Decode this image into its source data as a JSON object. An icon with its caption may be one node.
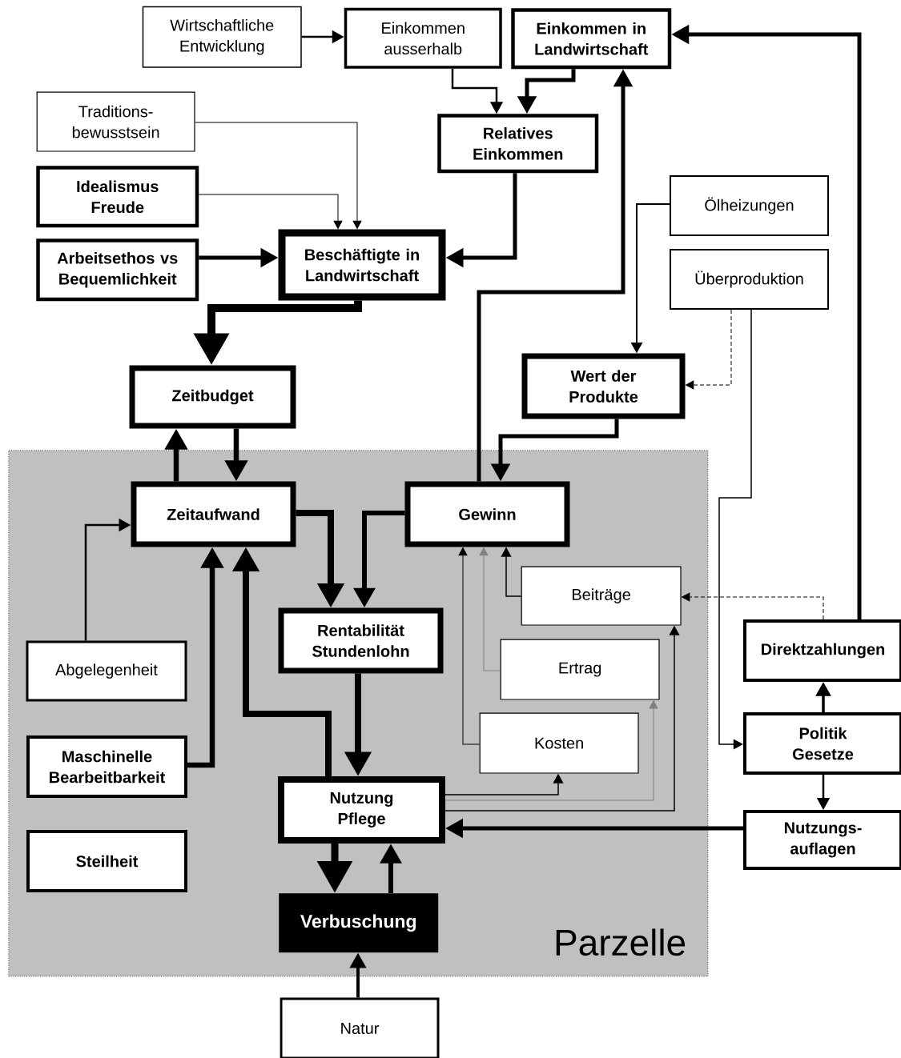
{
  "diagram": {
    "nodes": [
      {
        "text": [
          "Wirtschaftliche Entwicklung"
        ]
      },
      {
        "text": [
          "Einkommen ausserhalb"
        ]
      },
      {
        "text": [
          "Einkommen in Landwirtschaft"
        ]
      },
      {
        "text": [
          "Traditions- bewusstsein"
        ]
      },
      {
        "text": [
          "Relatives Einkommen"
        ]
      },
      {
        "text": [
          "Idealismus Freude"
        ]
      },
      {
        "text": [
          "Ölheizungen"
        ]
      },
      {
        "text": [
          "Arbeitsethos vs Bequemlichkeit"
        ]
      },
      {
        "text": [
          "Beschäftigte in Landwirtschaft"
        ]
      },
      {
        "text": [
          "Überproduktion"
        ]
      },
      {
        "text": [
          "Zeitbudget"
        ]
      },
      {
        "text": [
          "Wert der Produkte"
        ]
      },
      {
        "text": [
          "Parzelle"
        ]
      },
      {
        "text": [
          "Zeitaufwand"
        ],
        "in": 12
      },
      {
        "text": [
          "Gewinn"
        ],
        "in": 12
      },
      {
        "text": [
          "Beiträge"
        ],
        "in": 12
      },
      {
        "text": [
          "Rentabilität Stundenlohn"
        ],
        "in": 12
      },
      {
        "text": [
          "Abgelegenheit"
        ],
        "in": 12
      },
      {
        "text": [
          "Direktzahlungen"
        ]
      },
      {
        "text": [
          "Ertrag"
        ],
        "in": 12
      },
      {
        "text": [
          "Kosten"
        ],
        "in": 12
      },
      {
        "text": [
          "Maschinelle Bearbeitbarkeit"
        ],
        "in": 12
      },
      {
        "text": [
          "Politik Gesetze"
        ]
      },
      {
        "text": [
          "Nutzung Pflege"
        ],
        "in": 12
      },
      {
        "text": [
          "Steilheit"
        ],
        "in": 12
      },
      {
        "text": [
          "Nutzungs- auflagen"
        ]
      },
      {
        "text": [
          "Verbuschung"
        ],
        "in": 12
      },
      {
        "text": [
          "Natur"
        ]
      }
    ],
    "edges": [
      {
        "from": 0,
        "to": 1,
        "arrow": "to"
      },
      {
        "from": 1,
        "to": 4,
        "arrow": "to"
      },
      {
        "from": 2,
        "to": 4,
        "arrow": "to"
      },
      {
        "from": 3,
        "to": 8,
        "arrow": "to"
      },
      {
        "from": 5,
        "to": 8,
        "arrow": "to"
      },
      {
        "from": 4,
        "to": 8,
        "arrow": "to"
      },
      {
        "from": 7,
        "to": 8,
        "arrow": "to"
      },
      {
        "from": 8,
        "to": 10,
        "arrow": "to",
        "style": "thick"
      },
      {
        "from": 6,
        "to": 11,
        "arrow": "to"
      },
      {
        "from": 9,
        "to": 11,
        "arrow": "to",
        "style": "dashed"
      },
      {
        "from": 9,
        "to": 22,
        "arrow": "to"
      },
      {
        "from": 14,
        "to": 2,
        "arrow": "to"
      },
      {
        "from": 18,
        "to": 2,
        "arrow": "to"
      },
      {
        "from": 11,
        "to": 14,
        "arrow": "to"
      },
      {
        "from": 13,
        "to": 10,
        "arrow": "to"
      },
      {
        "from": 10,
        "to": 13,
        "arrow": "to"
      },
      {
        "from": 17,
        "to": 13,
        "arrow": "to"
      },
      {
        "from": 13,
        "to": 16,
        "arrow": "to",
        "style": "thick"
      },
      {
        "from": 14,
        "to": 16,
        "arrow": "to"
      },
      {
        "from": 21,
        "to": 13,
        "arrow": "to"
      },
      {
        "from": 23,
        "to": 13,
        "arrow": "to",
        "style": "thick"
      },
      {
        "from": 15,
        "to": 14,
        "arrow": "to"
      },
      {
        "from": 19,
        "to": 14,
        "arrow": "to",
        "color": "#808080"
      },
      {
        "from": 20,
        "to": 14,
        "arrow": "to"
      },
      {
        "from": 16,
        "to": 23,
        "arrow": "to",
        "style": "thick"
      },
      {
        "from": 23,
        "to": 20,
        "arrow": "to"
      },
      {
        "from": 23,
        "to": 19,
        "arrow": "to",
        "color": "#808080"
      },
      {
        "from": 23,
        "to": 15,
        "arrow": "to"
      },
      {
        "from": 25,
        "to": 23,
        "arrow": "to"
      },
      {
        "from": 22,
        "to": 18,
        "arrow": "to"
      },
      {
        "from": 22,
        "to": 25,
        "arrow": "to"
      },
      {
        "from": 18,
        "to": 15,
        "arrow": "to",
        "style": "dashed"
      },
      {
        "from": 23,
        "to": 26,
        "arrow": "to",
        "style": "thick"
      },
      {
        "from": 26,
        "to": 23,
        "arrow": "to"
      },
      {
        "from": 27,
        "to": 26,
        "arrow": "to"
      }
    ]
  }
}
